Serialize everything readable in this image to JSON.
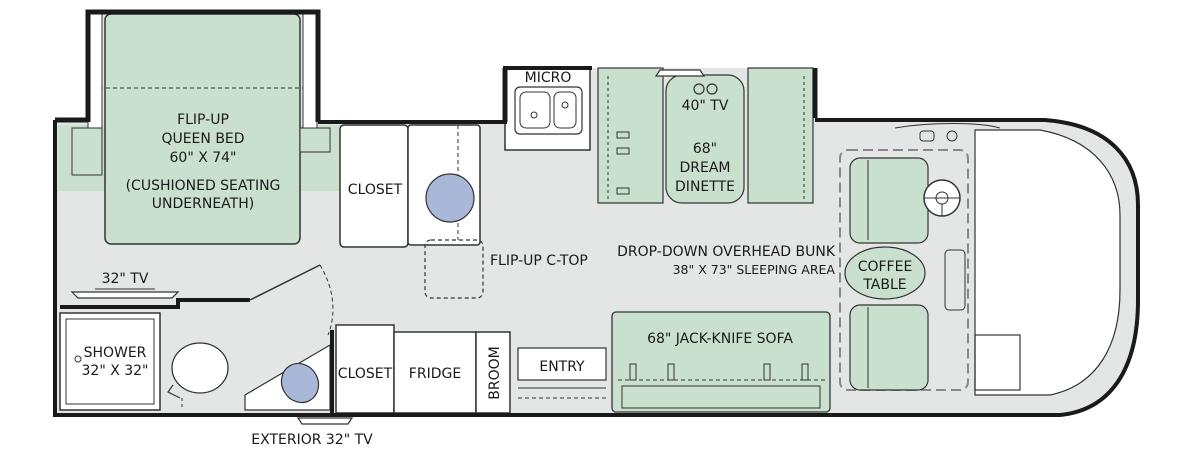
{
  "colors": {
    "floor": "#e4e6e6",
    "furniture": "#c9e0cf",
    "wall": "#1a1a1a",
    "sink": "#a9b8d8",
    "outline": "#333333"
  },
  "labels": {
    "bed": [
      "FLIP-UP",
      "QUEEN BED",
      "60\" X 74\"",
      "(CUSHIONED SEATING",
      "UNDERNEATH)"
    ],
    "micro": "MICRO",
    "tv40": "40\" TV",
    "dinette": [
      "68\"",
      "DREAM",
      "DINETTE"
    ],
    "closet_top": "CLOSET",
    "flip_ctop": "FLIP-UP C-TOP",
    "bunk": "DROP-DOWN OVERHEAD BUNK",
    "bunk_size": "38\" X 73\" SLEEPING AREA",
    "coffee_table": [
      "COFFEE",
      "TABLE"
    ],
    "tv32": "32\" TV",
    "shower": [
      "SHOWER",
      "32\" X 32\""
    ],
    "closet_bottom": "CLOSET",
    "fridge": "FRIDGE",
    "broom": "BROOM",
    "entry": "ENTRY",
    "sofa": "68\" JACK-KNIFE SOFA",
    "ext_tv": "EXTERIOR 32\" TV"
  }
}
